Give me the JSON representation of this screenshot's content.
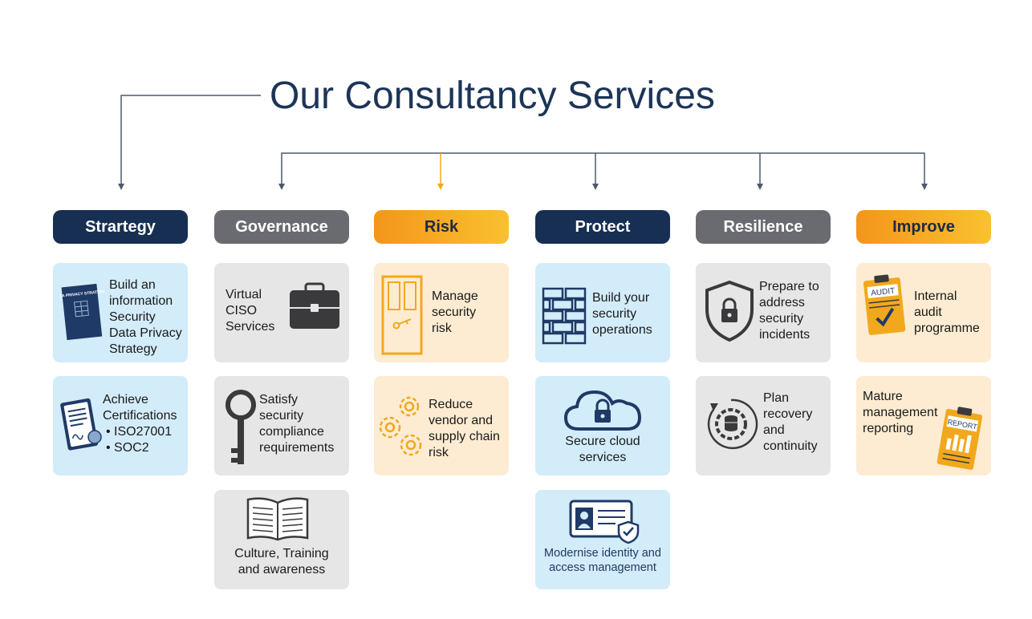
{
  "title": "Our Consultancy Services",
  "columns": [
    {
      "header": "Strartegy",
      "cards": [
        {
          "lines": [
            "Build an",
            "information",
            "Security",
            "Data Privacy",
            "Strategy"
          ],
          "icon": "data-privacy-strategy-document-icon",
          "icon_text": "DATA PRIVACY STRATEGY"
        },
        {
          "lines": [
            "Achieve",
            "Certifications",
            "• ISO27001",
            "• SOC2"
          ],
          "icon": "certificate-icon"
        }
      ]
    },
    {
      "header": "Governance",
      "cards": [
        {
          "lines": [
            "Virtual",
            "CISO",
            "Services"
          ],
          "icon": "briefcase-icon"
        },
        {
          "lines": [
            "Satisfy",
            "security",
            "compliance",
            "requirements"
          ],
          "icon": "key-icon"
        },
        {
          "lines": [
            "Culture, Training",
            "and awareness"
          ],
          "icon": "open-book-icon"
        }
      ]
    },
    {
      "header": "Risk",
      "cards": [
        {
          "lines": [
            "Manage",
            "security",
            "risk"
          ],
          "icon": "door-with-key-icon"
        },
        {
          "lines": [
            "Reduce",
            "vendor and",
            "supply chain",
            "risk"
          ],
          "icon": "gears-icon"
        }
      ]
    },
    {
      "header": "Protect",
      "cards": [
        {
          "lines": [
            "Build your",
            "security",
            "operations"
          ],
          "icon": "brick-wall-icon"
        },
        {
          "lines": [
            "Secure cloud",
            "services"
          ],
          "icon": "cloud-lock-icon"
        },
        {
          "lines": [
            "Modernise identity and",
            "access management"
          ],
          "icon": "id-card-icon"
        }
      ]
    },
    {
      "header": "Resilience",
      "cards": [
        {
          "lines": [
            "Prepare to",
            "address",
            "security",
            "incidents"
          ],
          "icon": "shield-lock-icon"
        },
        {
          "lines": [
            "Plan",
            "recovery",
            "and",
            "continuity"
          ],
          "icon": "recovery-gear-icon"
        }
      ]
    },
    {
      "header": "Improve",
      "cards": [
        {
          "lines": [
            "Internal",
            "audit",
            "programme"
          ],
          "icon": "audit-clipboard-icon",
          "icon_text": "AUDIT"
        },
        {
          "lines": [
            "Mature",
            "management",
            "reporting"
          ],
          "icon": "report-clipboard-icon",
          "icon_text": "REPORT"
        }
      ]
    }
  ],
  "colors": {
    "navy": "#172f52",
    "gray": "#6a6b70",
    "orange_start": "#f4951c",
    "orange_end": "#f9c12f",
    "card_blue": "#d3ecf9",
    "card_gray": "#e6e6e6",
    "card_peach": "#fdecd2",
    "connector": "#4b5a6e",
    "connector_accent": "#f2a81d"
  }
}
